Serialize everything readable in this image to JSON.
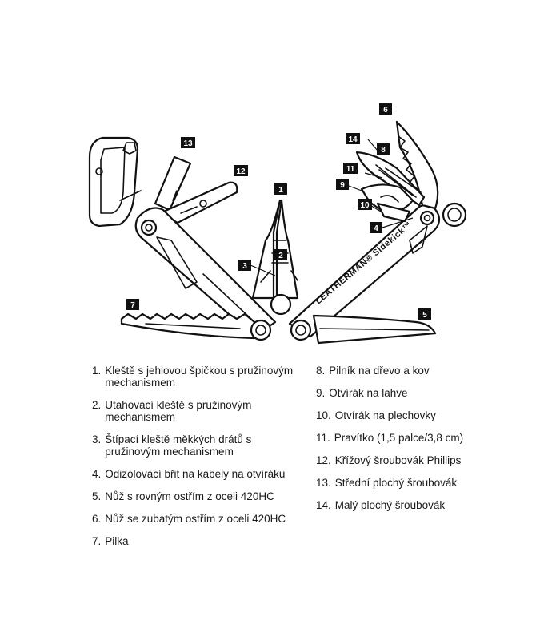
{
  "diagram": {
    "brand_text": "LEATHERMAN® Sidekick™",
    "callouts": [
      "1",
      "2",
      "3",
      "4",
      "5",
      "6",
      "7",
      "8",
      "9",
      "10",
      "11",
      "12",
      "13",
      "14"
    ]
  },
  "legend": {
    "left": [
      {
        "num": "1.",
        "label": "Kleště s jehlovou špičkou s pružinovým mechanismem"
      },
      {
        "num": "2.",
        "label": "Utahovací kleště s pružinovým mechanismem"
      },
      {
        "num": "3.",
        "label": "Štípací kleště měkkých drátů s pružinovým mechanismem"
      },
      {
        "num": "4.",
        "label": "Odizolovací břit na kabely na otvíráku"
      },
      {
        "num": "5.",
        "label": "Nůž s rovným ostřím z oceli 420HC"
      },
      {
        "num": "6.",
        "label": "Nůž se zubatým ostřím z oceli 420HC"
      },
      {
        "num": "7.",
        "label": "Pilka"
      }
    ],
    "right": [
      {
        "num": "8.",
        "label": "Pilník na dřevo a kov"
      },
      {
        "num": "9.",
        "label": "Otvírák na lahve"
      },
      {
        "num": "10.",
        "label": "Otvírák na plechovky"
      },
      {
        "num": "11.",
        "label": "Pravítko (1,5 palce/3,8 cm)"
      },
      {
        "num": "12.",
        "label": "Křížový šroubovák Phillips"
      },
      {
        "num": "13.",
        "label": "Střední plochý šroubovák"
      },
      {
        "num": "14.",
        "label": "Malý plochý šroubovák"
      }
    ]
  }
}
